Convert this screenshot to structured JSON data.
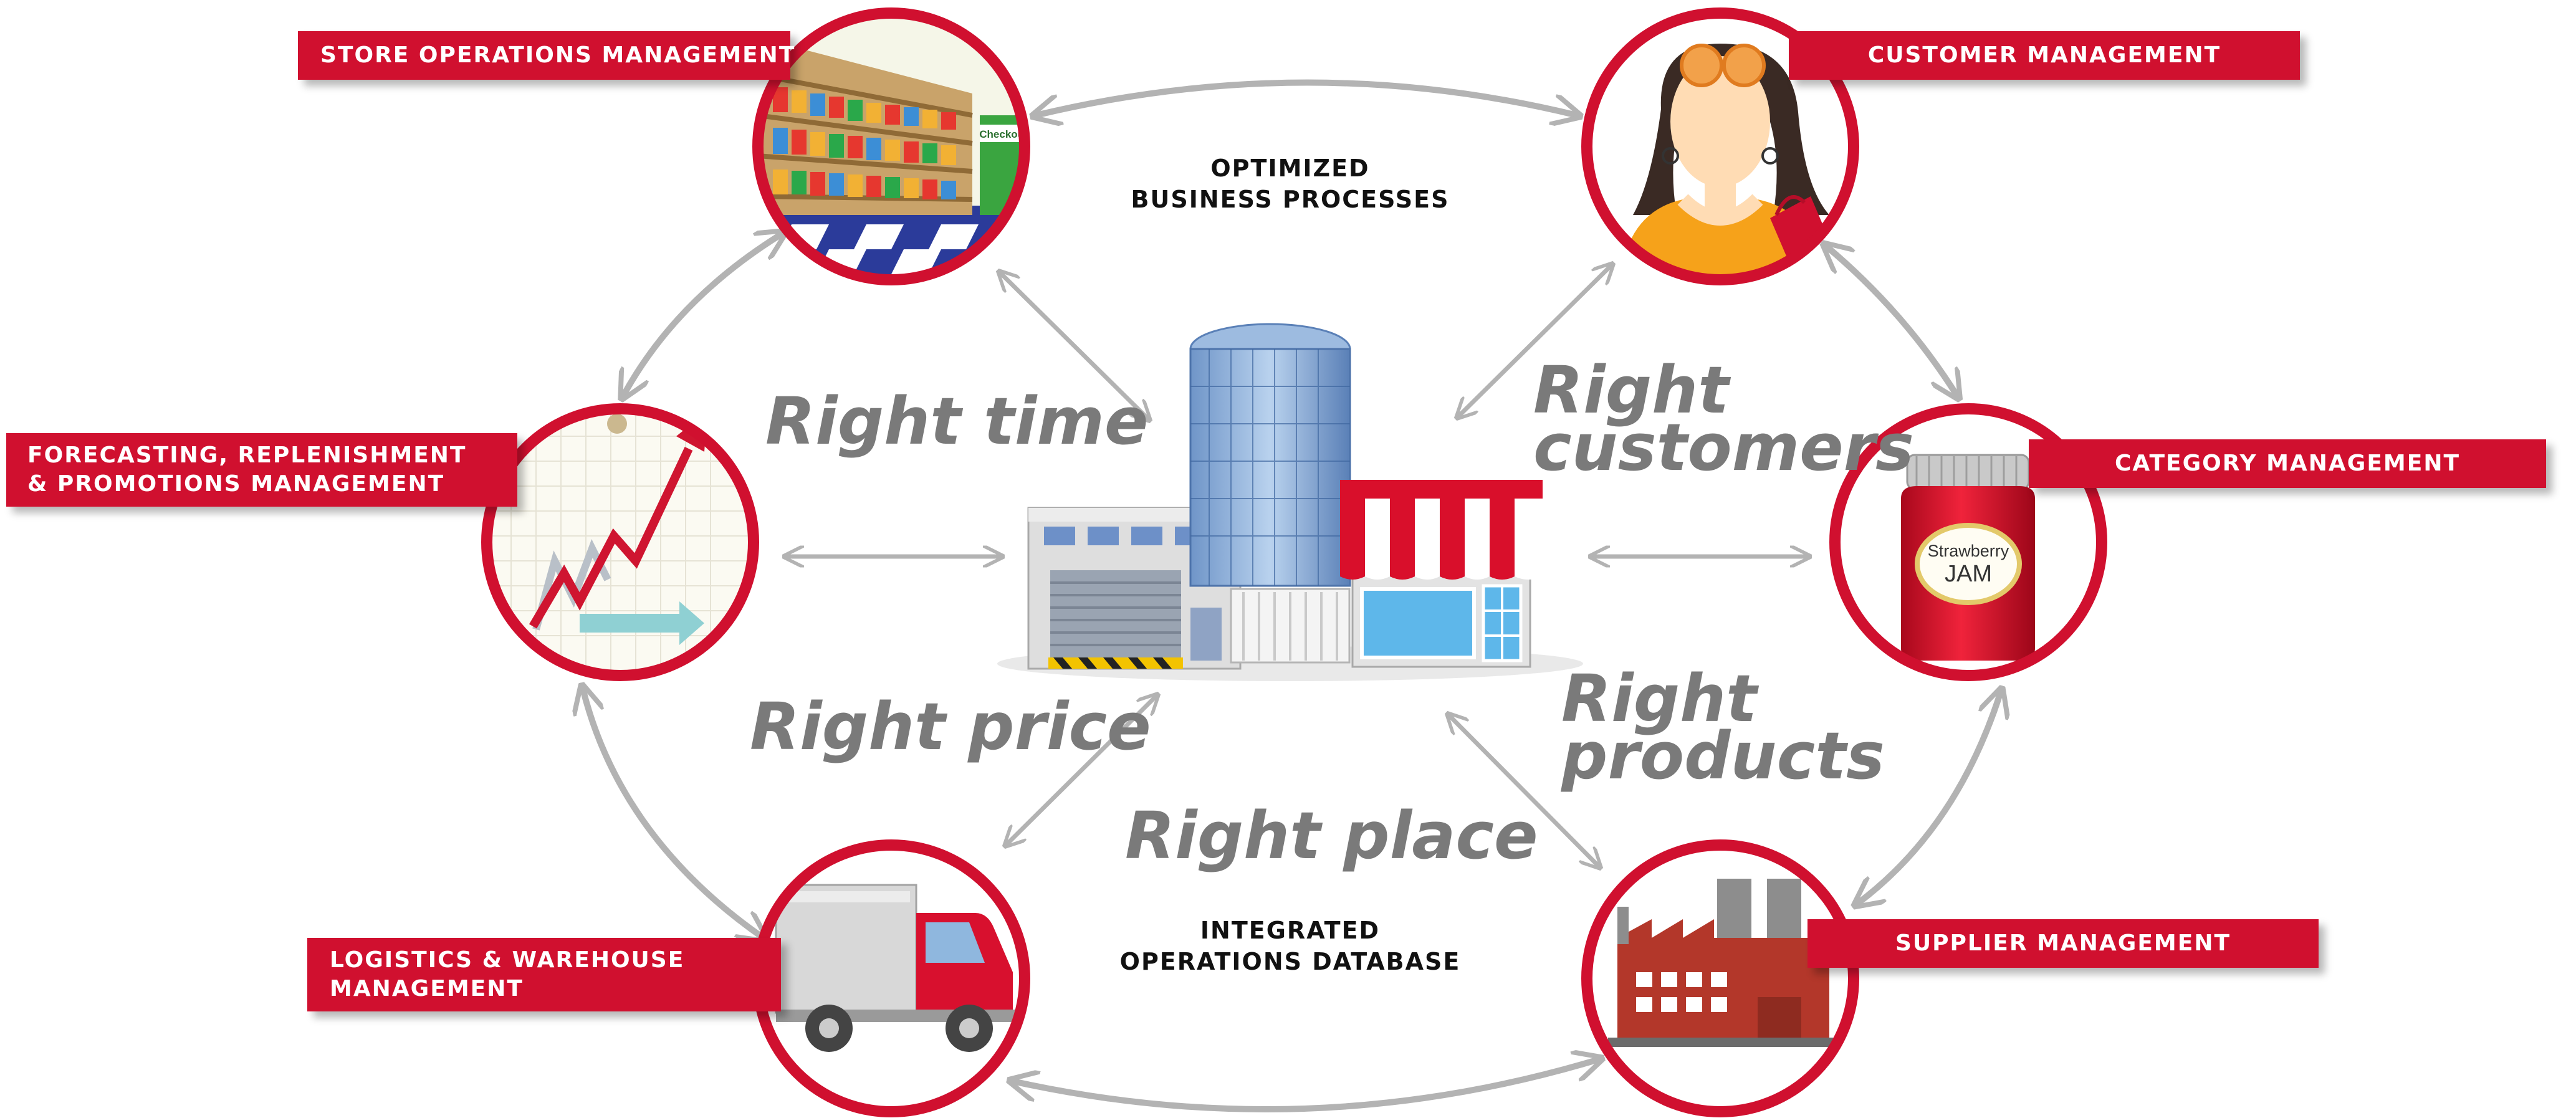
{
  "diagram": {
    "center_labels": {
      "top_line1": "OPTIMIZED",
      "top_line2": "BUSINESS PROCESSES",
      "bottom_line1": "INTEGRATED",
      "bottom_line2": "OPERATIONS DATABASE"
    },
    "right_phrases": {
      "time": "Right time",
      "customers_line1": "Right",
      "customers_line2": "customers",
      "price": "Right price",
      "place": "Right place",
      "products_line1": "Right",
      "products_line2": "products"
    },
    "modules": {
      "store_operations": {
        "label": "STORE OPERATIONS MANAGEMENT"
      },
      "customer": {
        "label": "CUSTOMER MANAGEMENT"
      },
      "forecasting": {
        "label_line1": "FORECASTING, REPLENISHMENT",
        "label_line2": "& PROMOTIONS MANAGEMENT"
      },
      "category": {
        "label": "CATEGORY MANAGEMENT",
        "jar_line1": "Strawberry",
        "jar_line2": "JAM"
      },
      "logistics": {
        "label_line1": "LOGISTICS & WAREHOUSE",
        "label_line2": "MANAGEMENT"
      },
      "supplier": {
        "label": "SUPPLIER MANAGEMENT"
      }
    },
    "store_sign": "Checkout",
    "colors": {
      "brand_red": "#d0102f",
      "arrow_gray": "#b3b3b3",
      "phrase_gray": "#7a7a7a"
    }
  }
}
